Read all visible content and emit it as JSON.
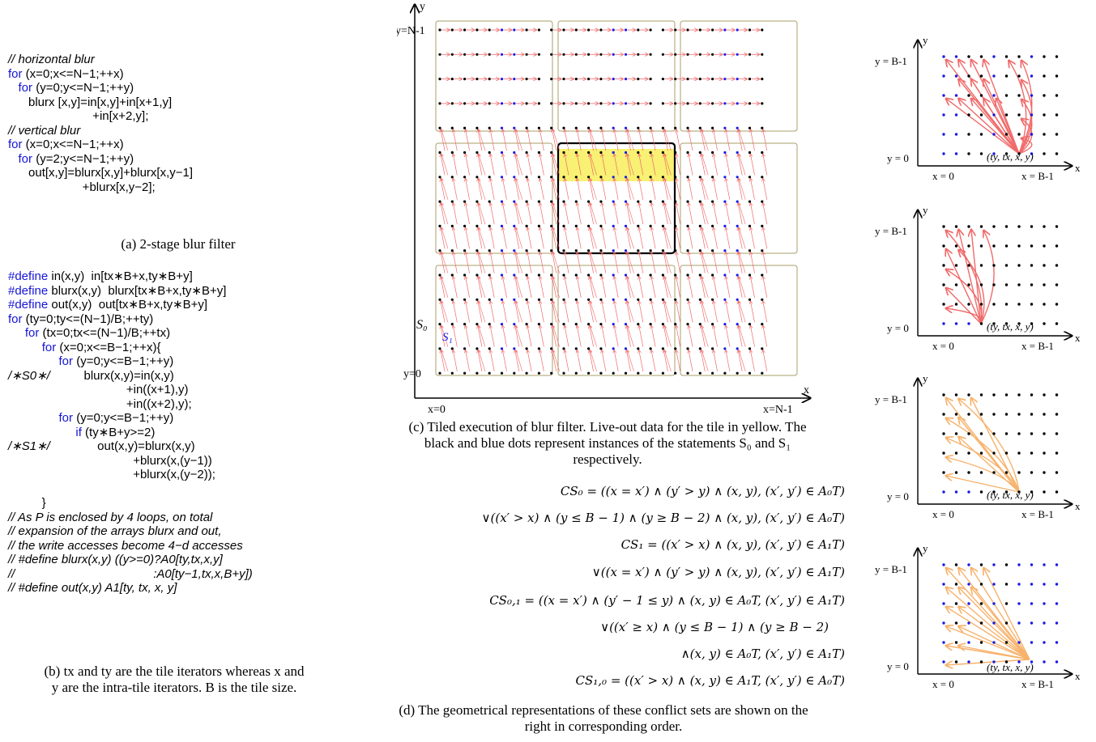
{
  "code_a": [
    [
      [
        "cm",
        "// horizontal blur"
      ]
    ],
    [
      [
        "kw",
        "for"
      ],
      [
        "tx",
        " (x=0;x<=N−1;++x)"
      ]
    ],
    [
      [
        "tx",
        "   "
      ],
      [
        "kw",
        "for"
      ],
      [
        "tx",
        " (y=0;y<=N−1;++y)"
      ]
    ],
    [
      [
        "tx",
        "      blurx [x,y]=in[x,y]+in[x+1,y]"
      ]
    ],
    [
      [
        "tx",
        "                         +in[x+2,y];"
      ]
    ],
    [
      [
        "cm",
        "// vertical blur"
      ]
    ],
    [
      [
        "kw",
        "for"
      ],
      [
        "tx",
        " (x=0;x<=N−1;++x)"
      ]
    ],
    [
      [
        "tx",
        "   "
      ],
      [
        "kw",
        "for"
      ],
      [
        "tx",
        " (y=2;y<=N−1;++y)"
      ]
    ],
    [
      [
        "tx",
        "      out[x,y]=blurx[x,y]+blurx[x,y−1]"
      ]
    ],
    [
      [
        "tx",
        "                      +blurx[x,y−2];"
      ]
    ]
  ],
  "caption_a": "(a) 2-stage blur filter",
  "code_b": [
    [
      [
        "pp",
        "#define"
      ],
      [
        "tx",
        " in(x,y)  in[tx∗B+x,ty∗B+y]"
      ]
    ],
    [
      [
        "pp",
        "#define"
      ],
      [
        "tx",
        " blurx(x,y)  blurx[tx∗B+x,ty∗B+y]"
      ]
    ],
    [
      [
        "pp",
        "#define"
      ],
      [
        "tx",
        " out(x,y)  out[tx∗B+x,ty∗B+y]"
      ]
    ],
    [
      [
        "kw",
        "for"
      ],
      [
        "tx",
        " (ty=0;ty<=(N−1)/B;++ty)"
      ]
    ],
    [
      [
        "tx",
        "     "
      ],
      [
        "kw",
        "for"
      ],
      [
        "tx",
        " (tx=0;tx<=(N−1)/B;++tx)"
      ]
    ],
    [
      [
        "tx",
        "          "
      ],
      [
        "kw",
        "for"
      ],
      [
        "tx",
        " (x=0;x<=B−1;++x){"
      ]
    ],
    [
      [
        "tx",
        "               "
      ],
      [
        "kw",
        "for"
      ],
      [
        "tx",
        " (y=0;y<=B−1;++y)"
      ]
    ],
    [
      [
        "cm",
        "/∗S0∗/"
      ],
      [
        "tx",
        "          blurx(x,y)=in(x,y)"
      ]
    ],
    [
      [
        "tx",
        "                                   +in((x+1),y)"
      ]
    ],
    [
      [
        "tx",
        "                                   +in((x+2),y);"
      ]
    ],
    [
      [
        "tx",
        "               "
      ],
      [
        "kw",
        "for"
      ],
      [
        "tx",
        " (y=0;y<=B−1;++y)"
      ]
    ],
    [
      [
        "tx",
        "                    "
      ],
      [
        "kw",
        "if"
      ],
      [
        "tx",
        " (ty∗B+y>=2)"
      ]
    ],
    [
      [
        "cm",
        "/∗S1∗/"
      ],
      [
        "tx",
        "              out(x,y)=blurx(x,y)"
      ]
    ],
    [
      [
        "tx",
        "                                     +blurx(x,(y−1))"
      ]
    ],
    [
      [
        "tx",
        "                                     +blurx(x,(y−2));"
      ]
    ],
    [
      [
        "tx",
        ""
      ]
    ],
    [
      [
        "tx",
        "          }"
      ]
    ],
    [
      [
        "cm",
        "// As P is enclosed by 4 loops, on total"
      ]
    ],
    [
      [
        "cm",
        "// expansion of the arrays blurx and out,"
      ]
    ],
    [
      [
        "cm",
        "// the write accesses become 4−d accesses"
      ]
    ],
    [
      [
        "cm",
        "// #define blurx(x,y) ((y>=0)?A0[ty,tx,x,y]"
      ]
    ],
    [
      [
        "cm",
        "//                                         :A0[ty−1,tx,x,B+y])"
      ]
    ],
    [
      [
        "cm",
        "// #define out(x,y) A1[ty, tx, x, y]"
      ]
    ]
  ],
  "caption_b": [
    "(b) tx and ty are the tile iterators whereas x and",
    "y are the intra-tile iterators. B is the tile size."
  ],
  "fig_c": {
    "y_top": "y=N-1",
    "y_bottom": "y=0",
    "x_left": "x=0",
    "x_right": "x=N-1",
    "axis_x": "x",
    "axis_y": "y",
    "s0": "S₀",
    "s1": "S₁"
  },
  "caption_c": [
    "(c) Tiled execution of blur filter. Live-out data for the tile in yellow. The",
    "black and blue dots represent instances of the statements S₀ and S₁",
    "respectively."
  ],
  "equations": [
    "CS₀ = ((x = x′) ∧ (y′ > y) ∧ (x, y), (x′, y′) ∈ A₀T)",
    "∨((x′ > x) ∧ (y ≤ B − 1) ∧ (y ≥ B − 2) ∧ (x, y), (x′, y′) ∈ A₀T)",
    "CS₁ = ((x′ > x) ∧ (x, y), (x′, y′) ∈ A₁T)",
    "∨((x = x′) ∧ (y′ > y) ∧ (x, y), (x′, y′) ∈ A₁T)",
    "CS₀,₁ = ((x = x′) ∧ (y′ − 1 ≤ y) ∧ (x, y) ∈ A₀T, (x′, y′) ∈ A₁T)",
    "∨((x′ ≥ x) ∧ (y ≤ B − 1) ∧ (y ≥ B − 2)",
    "∧(x, y) ∈ A₀T, (x′, y′) ∈ A₁T)",
    "CS₁,₀ = ((x′ > x) ∧ (x, y) ∈ A₁T, (x′, y′) ∈ A₀T)"
  ],
  "caption_d": [
    "(d) The geometrical representations of these conflict sets are shown on the",
    "right in corresponding order."
  ],
  "small_plots": {
    "y_top": "y = B-1",
    "y_bottom": "y = 0",
    "x_left": "x = 0",
    "x_right": "x = B-1",
    "point_label": "(ty, tx, x, y)",
    "axis_x": "x",
    "axis_y": "y"
  },
  "colors": {
    "red_arrow": "#f06a6a",
    "orange_arrow": "#f7b26b",
    "blue_dot": "#1a1ae6",
    "tile_border": "#a89f6a",
    "highlight": "#f7ef5a"
  }
}
